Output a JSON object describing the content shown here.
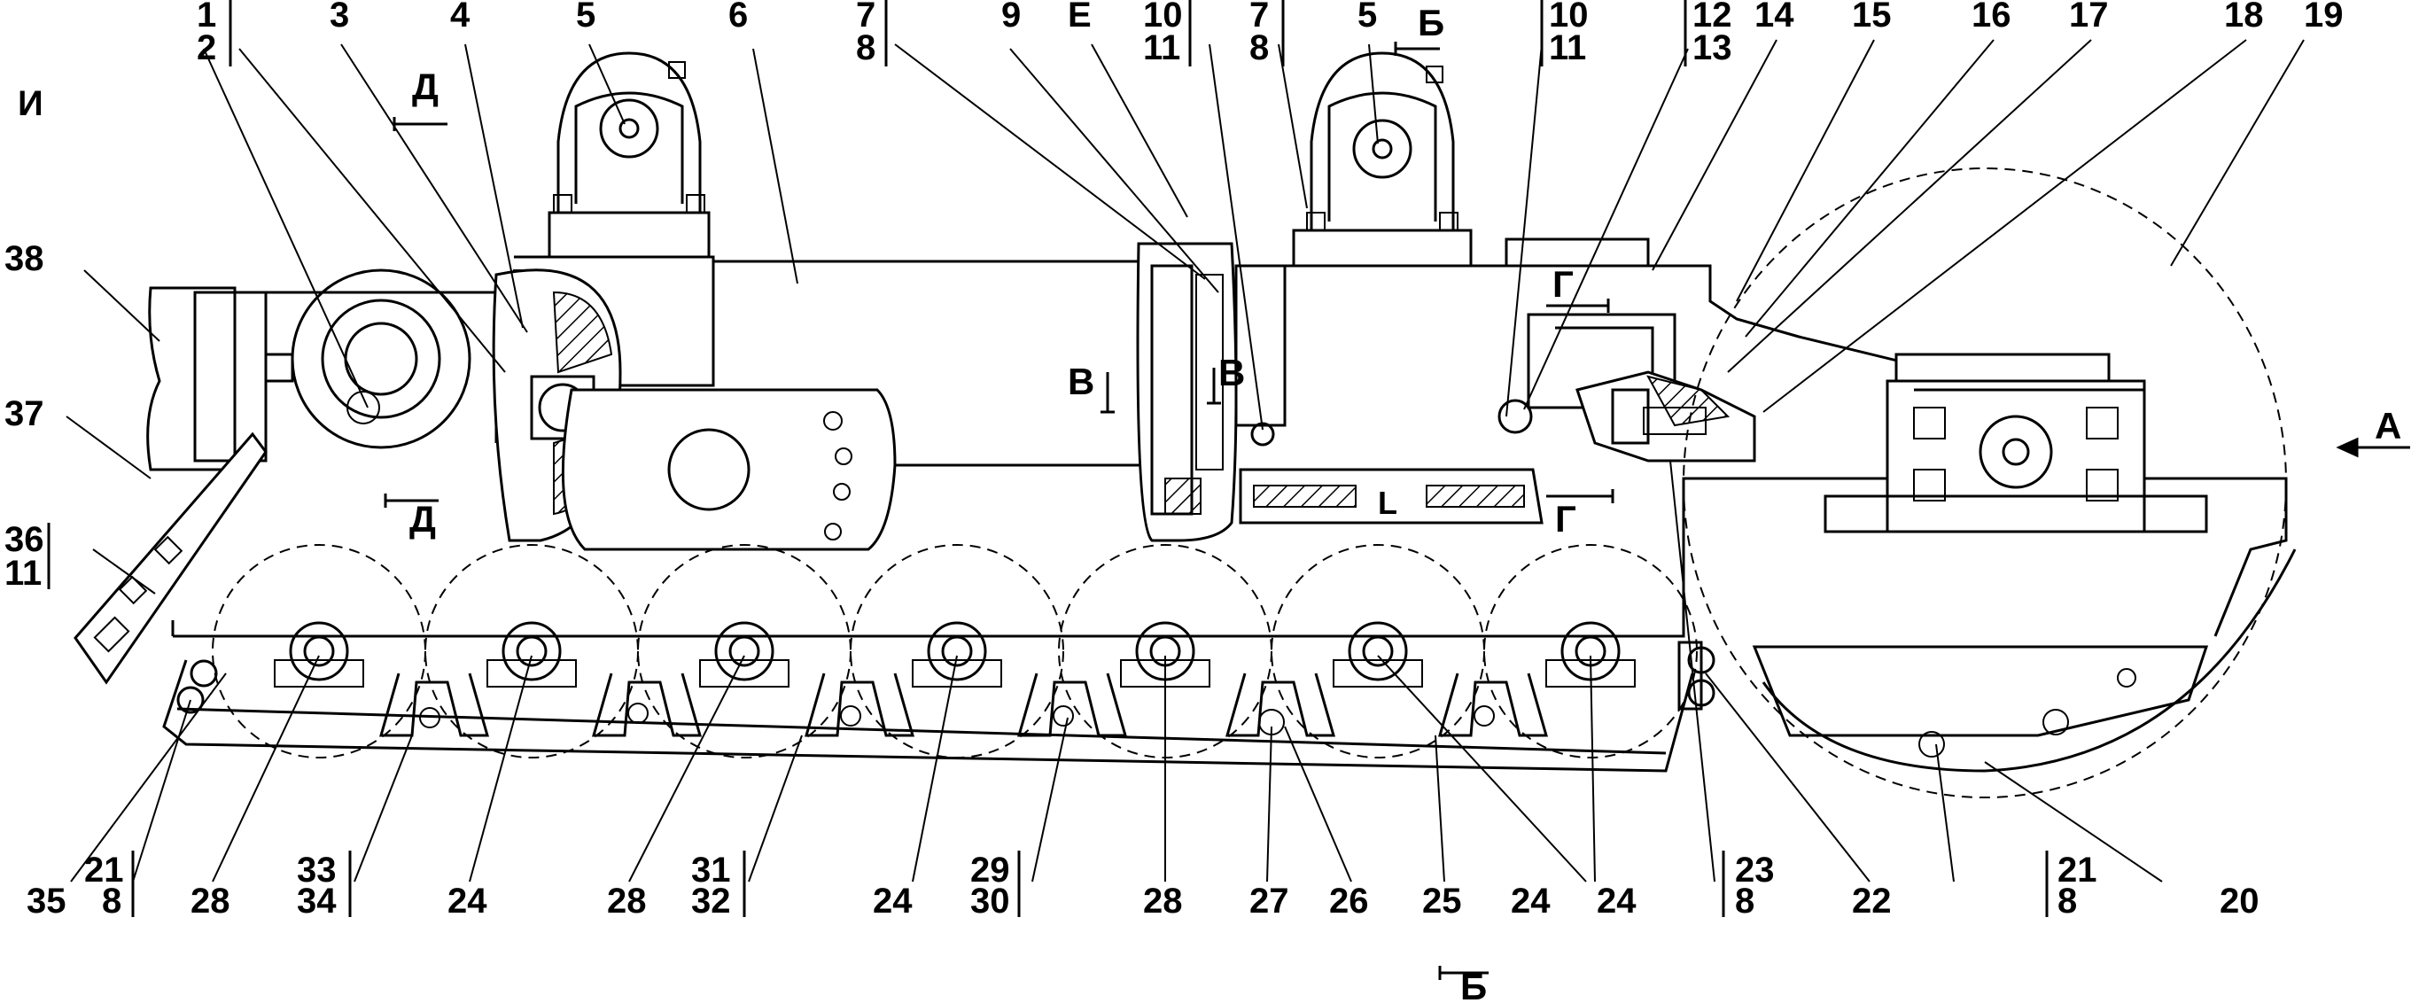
{
  "drawing": {
    "callouts": [
      {
        "id": "c1",
        "text": "1"
      },
      {
        "id": "c2",
        "text": "2"
      },
      {
        "id": "c3",
        "text": "3"
      },
      {
        "id": "c4",
        "text": "4"
      },
      {
        "id": "c5a",
        "text": "5"
      },
      {
        "id": "c6",
        "text": "6"
      },
      {
        "id": "c7a",
        "text": "7"
      },
      {
        "id": "c8a",
        "text": "8"
      },
      {
        "id": "c9",
        "text": "9"
      },
      {
        "id": "cE",
        "text": "Е"
      },
      {
        "id": "c10a",
        "text": "10"
      },
      {
        "id": "c11a",
        "text": "11"
      },
      {
        "id": "c7b",
        "text": "7"
      },
      {
        "id": "c8b",
        "text": "8"
      },
      {
        "id": "c5b",
        "text": "5"
      },
      {
        "id": "c10b",
        "text": "10"
      },
      {
        "id": "c11b",
        "text": "11"
      },
      {
        "id": "c12",
        "text": "12"
      },
      {
        "id": "c13",
        "text": "13"
      },
      {
        "id": "c14",
        "text": "14"
      },
      {
        "id": "c15",
        "text": "15"
      },
      {
        "id": "c16",
        "text": "16"
      },
      {
        "id": "c17",
        "text": "17"
      },
      {
        "id": "c18",
        "text": "18"
      },
      {
        "id": "c19",
        "text": "19"
      },
      {
        "id": "cI",
        "text": "И"
      },
      {
        "id": "c38",
        "text": "38"
      },
      {
        "id": "c37",
        "text": "37"
      },
      {
        "id": "c36",
        "text": "36"
      },
      {
        "id": "c11c",
        "text": "11"
      },
      {
        "id": "c35",
        "text": "35"
      },
      {
        "id": "c21a",
        "text": "21"
      },
      {
        "id": "c8c",
        "text": "8"
      },
      {
        "id": "c28a",
        "text": "28"
      },
      {
        "id": "c33",
        "text": "33"
      },
      {
        "id": "c34",
        "text": "34"
      },
      {
        "id": "c24a",
        "text": "24"
      },
      {
        "id": "c28b",
        "text": "28"
      },
      {
        "id": "c31",
        "text": "31"
      },
      {
        "id": "c32",
        "text": "32"
      },
      {
        "id": "c24b",
        "text": "24"
      },
      {
        "id": "c29",
        "text": "29"
      },
      {
        "id": "c30",
        "text": "30"
      },
      {
        "id": "c28c",
        "text": "28"
      },
      {
        "id": "c27",
        "text": "27"
      },
      {
        "id": "c26",
        "text": "26"
      },
      {
        "id": "c25",
        "text": "25"
      },
      {
        "id": "c24c",
        "text": "24"
      },
      {
        "id": "c24d",
        "text": "24"
      },
      {
        "id": "c23",
        "text": "23"
      },
      {
        "id": "c8d",
        "text": "8"
      },
      {
        "id": "c22",
        "text": "22"
      },
      {
        "id": "c21b",
        "text": "21"
      },
      {
        "id": "c8e",
        "text": "8"
      },
      {
        "id": "c20",
        "text": "20"
      }
    ],
    "section_marks": [
      {
        "id": "sD1",
        "text": "Д"
      },
      {
        "id": "sD2",
        "text": "Д"
      },
      {
        "id": "sB1",
        "text": "Б"
      },
      {
        "id": "sB2",
        "text": "Б"
      },
      {
        "id": "sV1",
        "text": "В"
      },
      {
        "id": "sV2",
        "text": "В"
      },
      {
        "id": "sG1",
        "text": "Г"
      },
      {
        "id": "sG2",
        "text": "Г"
      },
      {
        "id": "sA",
        "text": "А"
      },
      {
        "id": "sL",
        "text": "L"
      }
    ]
  }
}
